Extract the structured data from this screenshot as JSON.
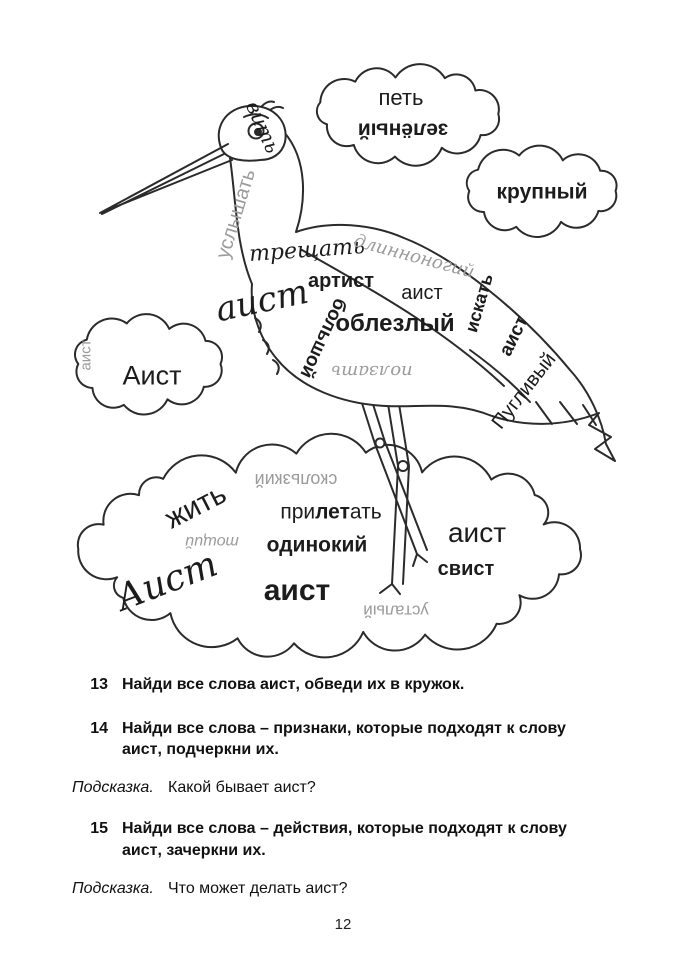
{
  "words": {
    "vit": "вить",
    "pet": "петь",
    "zeleny": "зелёный",
    "krupny": "крупный",
    "uslyshat": "услышать",
    "treshchat": "трещать",
    "dlinnonogij": "длинноногий",
    "artist": "артист",
    "aist_top": "аист",
    "iskat": "искать",
    "aist_wing": "аист",
    "oblezlyj": "облезлый",
    "aist_script": "аист",
    "bolshoj": "большой",
    "polzat": "ползать",
    "puglivyj": "Пугливый",
    "aist_cloud": "Аист",
    "aist_cloud_side": "аист",
    "skolzkij": "скользкий",
    "zhit": "жить",
    "priletat_pre": "при",
    "priletat_mid": "лет",
    "priletat_post": "ать",
    "odinokij": "одинокий",
    "toshchij": "тощий",
    "aist_nest_r": "аист",
    "svist": "свист",
    "aist_nest_script": "Аист",
    "aist_nest_bold": "аист",
    "ustalyj": "усталый"
  },
  "exercises": [
    {
      "num": "13",
      "segments": [
        {
          "t": "Найди все слова "
        },
        {
          "t": "аист"
        },
        {
          "t": ", обведи их в кружок."
        }
      ]
    },
    {
      "num": "14",
      "segments": [
        {
          "t": "Найди все слова – признаки, которые подходят к слову "
        },
        {
          "t": "аист"
        },
        {
          "t": ", подчеркни их."
        }
      ]
    },
    {
      "num": "15",
      "segments": [
        {
          "t": "Найди все слова – действия, которые подходят к слову "
        },
        {
          "t": "аист"
        },
        {
          "t": ", зачеркни их."
        }
      ]
    }
  ],
  "hints": [
    {
      "label": "Подсказка.",
      "text": "Какой бывает аист?"
    },
    {
      "label": "Подсказка.",
      "text": "Что может делать аист?"
    }
  ],
  "page": {
    "number": "12"
  },
  "colors": {
    "ink": "#2b2b2b",
    "gray_word": "#9b9b9b"
  }
}
